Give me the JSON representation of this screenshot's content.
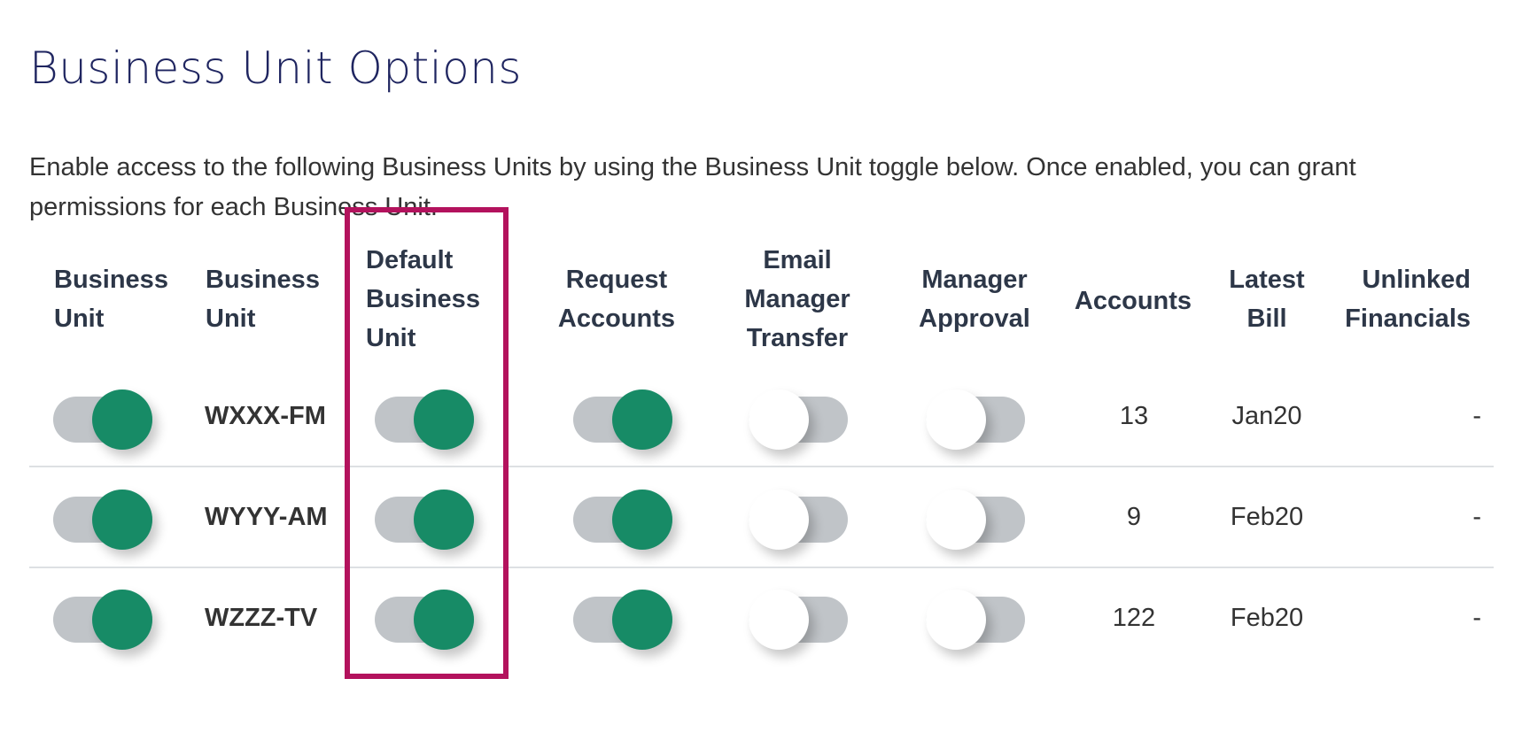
{
  "page": {
    "title": "Business Unit Options",
    "intro": "Enable access to the following Business Units by using the Business Unit toggle below. Once enabled, you can grant permissions for each Business Unit."
  },
  "table": {
    "headers": {
      "toggle": "Business Unit",
      "name": "Business Unit",
      "default": "Default Business Unit",
      "request": "Request Accounts",
      "email": "Email Manager Transfer",
      "approval": "Manager Approval",
      "accounts": "Accounts",
      "bill": "Latest Bill",
      "unlinked": "Unlinked Financials"
    },
    "rows": [
      {
        "business_unit_enabled": true,
        "name": "WXXX-FM",
        "default_business_unit": true,
        "request_accounts": true,
        "email_manager_transfer": false,
        "manager_approval": false,
        "accounts": "13",
        "latest_bill": "Jan20",
        "unlinked_financials": "-"
      },
      {
        "business_unit_enabled": true,
        "name": "WYYY-AM",
        "default_business_unit": true,
        "request_accounts": true,
        "email_manager_transfer": false,
        "manager_approval": false,
        "accounts": "9",
        "latest_bill": "Feb20",
        "unlinked_financials": "-"
      },
      {
        "business_unit_enabled": true,
        "name": "WZZZ-TV",
        "default_business_unit": true,
        "request_accounts": true,
        "email_manager_transfer": false,
        "manager_approval": false,
        "accounts": "122",
        "latest_bill": "Feb20",
        "unlinked_financials": "-"
      }
    ]
  },
  "colors": {
    "title": "#1f2560",
    "toggle_on": "#178b66",
    "toggle_track": "#c0c4c8",
    "highlight": "#b3125d"
  }
}
